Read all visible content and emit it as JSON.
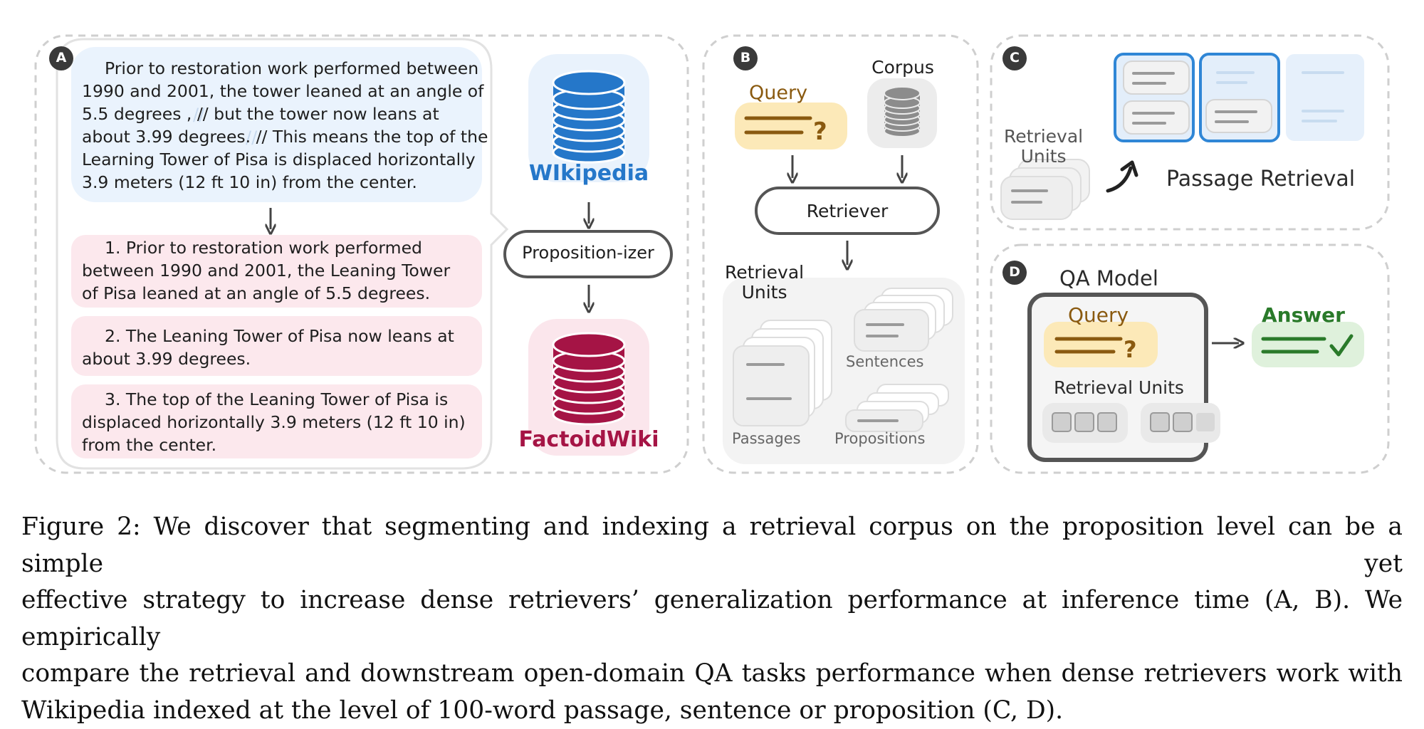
{
  "panel_a": {
    "badge": "A",
    "passage_lines": [
      "Prior to restoration work performed between",
      "1990 and 2001, the tower leaned at an angle of",
      "5.5 degrees ,  //  but the tower now leans at",
      "about 3.99 degrees.  //  This means the top of the",
      "Learning Tower of Pisa is displaced horizontally",
      "3.9 meters (12 ft 10 in) from the center."
    ],
    "propositions": [
      {
        "lines": [
          "1. Prior to restoration work performed",
          "between 1990 and 2001, the Leaning Tower",
          "of Pisa leaned at an angle of 5.5 degrees."
        ]
      },
      {
        "lines": [
          "2. The Leaning Tower of Pisa now leans at",
          "about 3.99 degrees."
        ]
      },
      {
        "lines": [
          "3. The top of the Leaning Tower of Pisa is",
          "displaced horizontally 3.9 meters (12 ft 10 in)",
          "from the center."
        ]
      }
    ],
    "wikipedia_label": "WIkipedia",
    "propositionizer_label": "Proposition-izer",
    "factoidwiki_label": "FactoidWiki"
  },
  "panel_b": {
    "badge": "B",
    "query_label": "Query",
    "corpus_label": "Corpus",
    "retriever_label": "Retriever",
    "retrieval_units_label": [
      "Retrieval",
      "Units"
    ],
    "passages_label": "Passages",
    "sentences_label": "Sentences",
    "propositions_label": "Propositions"
  },
  "panel_c": {
    "badge": "C",
    "retrieval_units_label": [
      "Retrieval",
      "Units"
    ],
    "title": "Passage Retrieval"
  },
  "panel_d": {
    "badge": "D",
    "title": "QA Model",
    "query_label": "Query",
    "retrieval_units_label": "Retrieval Units",
    "answer_label": "Answer"
  },
  "caption_lines": [
    "Figure 2: We discover that segmenting and indexing a retrieval corpus on the proposition level can be a simple yet",
    "effective strategy to increase dense retrievers’ generalization performance at inference time (A, B). We empirically",
    "compare the retrieval and downstream open-domain QA tasks performance when dense retrievers work with",
    "Wikipedia indexed at the level of 100-word passage, sentence or proposition (C, D)."
  ],
  "colors": {
    "wikipedia_blue": "#2577c9",
    "factoid_crimson": "#a51445",
    "query_brown": "#8a5a10",
    "answer_green": "#2a7a2a",
    "highlight_blue": "#2f86d6"
  }
}
